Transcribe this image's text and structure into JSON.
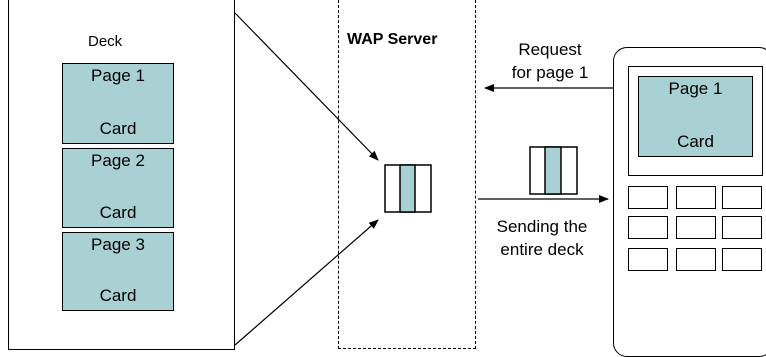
{
  "deck": {
    "title": "Deck",
    "cards": [
      {
        "page": "Page 1",
        "card": "Card"
      },
      {
        "page": "Page 2",
        "card": "Card"
      },
      {
        "page": "Page 3",
        "card": "Card"
      }
    ]
  },
  "server": {
    "title": "WAP Server"
  },
  "request_label": "Request\nfor page 1",
  "sending_label": "Sending the\nentire deck",
  "device": {
    "page": "Page 1",
    "card": "Card"
  },
  "colors": {
    "card_fill": "#a9d0d2"
  }
}
